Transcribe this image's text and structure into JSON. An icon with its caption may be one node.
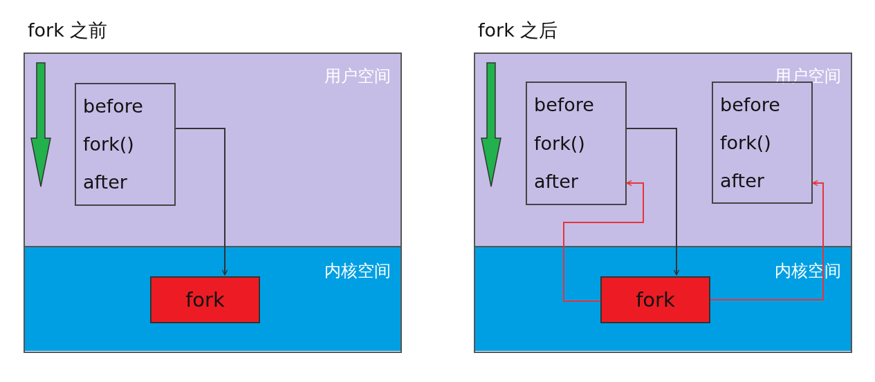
{
  "diagram": {
    "nodes": [
      {
        "text": [
          "fork 之前"
        ]
      },
      {
        "text": [
          "用户空间"
        ],
        "in": 0
      },
      {
        "text": [
          "before",
          "fork()",
          "after"
        ],
        "in": 1
      },
      {
        "text": [
          "内核空间"
        ],
        "in": 0
      },
      {
        "text": [
          "fork"
        ],
        "in": 3
      },
      {
        "text": [
          "fork 之后"
        ]
      },
      {
        "text": [
          "用户空间"
        ],
        "in": 5
      },
      {
        "text": [
          "before",
          "fork()",
          "after"
        ],
        "in": 6
      },
      {
        "text": [
          "before",
          "fork()",
          "after"
        ],
        "in": 6
      },
      {
        "text": [
          "内核空间"
        ],
        "in": 5
      },
      {
        "text": [
          "fork"
        ],
        "in": 9
      }
    ],
    "edges": [
      {
        "from": 2,
        "to": 4,
        "arrow": "to"
      },
      {
        "from": 7,
        "to": 10,
        "arrow": "to"
      },
      {
        "from": 10,
        "to": 7,
        "arrow": "to",
        "color": "#e8323c"
      },
      {
        "from": 10,
        "to": 8,
        "arrow": "to",
        "color": "#e8323c"
      }
    ]
  }
}
